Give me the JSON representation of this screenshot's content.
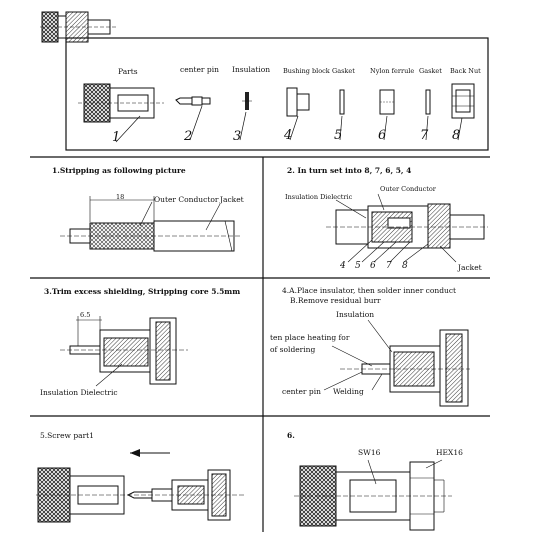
{
  "parts_header": {
    "title": "Parts",
    "names": [
      "center pin",
      "Insulation",
      "Bushing block",
      "Gasket",
      "Nylon ferrule",
      "Gasket",
      "Back Nut"
    ],
    "numbers": [
      "1",
      "2",
      "3",
      "4",
      "5",
      "6",
      "7",
      "8"
    ]
  },
  "step1": {
    "title": "1.Stripping as following picture",
    "dimension": "18",
    "outer_conductor": "Outer Conductor",
    "jacket": "Jacket"
  },
  "step2": {
    "title": "2. In turn set into 8, 7, 6, 5, 4",
    "insulation_dielectric": "Insulation Dielectric",
    "outer_conductor": "Outer Conductor",
    "numbers": [
      "4",
      "5",
      "6",
      "7",
      "8"
    ],
    "jacket": "Jacket"
  },
  "step3": {
    "title": "3.Trim excess shielding, Stripping core 5.5mm",
    "dimension": "6.5",
    "insulation_dielectric": "Insulation Dielectric"
  },
  "step4": {
    "title_a": "4.A.Place insulator, then solder inner conduct",
    "title_b": "B.Remove residual burr",
    "insulation": "Insulation",
    "heating_note_1": "ten place heating for",
    "heating_note_2": "of soldering",
    "center_pin": "center pin",
    "welding": "Welding"
  },
  "step5": {
    "title": "5.Screw  part1"
  },
  "step6": {
    "title": "6.",
    "sw": "SW16",
    "hex": "HEX16"
  }
}
